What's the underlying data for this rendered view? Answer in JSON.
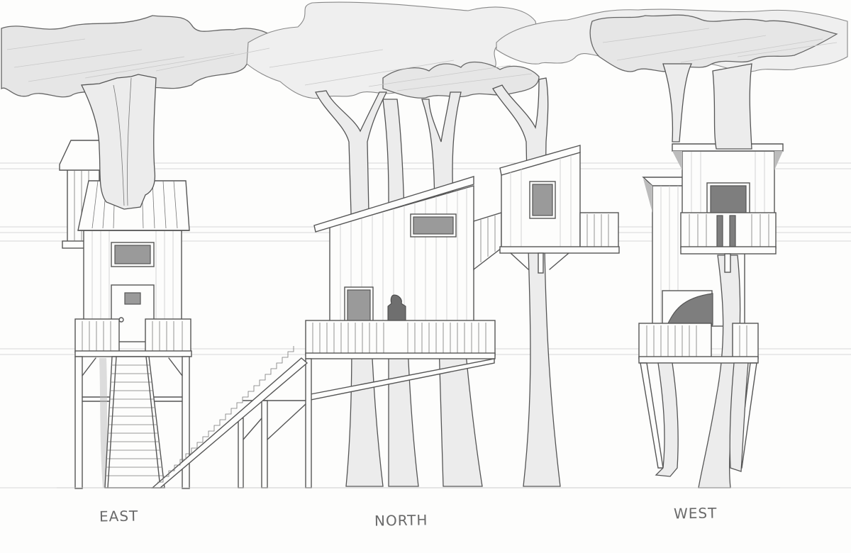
{
  "drawing": {
    "medium": "pencil sketch",
    "subject": "treehouse elevations",
    "paper_color": "#fdfdfc",
    "ink_color": "#555555"
  },
  "elevations": [
    {
      "id": "east",
      "label": "EAST",
      "features": [
        "tower treehouse with gabled metal roof",
        "tree trunk through roof",
        "window",
        "door with glass panel",
        "railed deck",
        "central straight staircase",
        "side cabin"
      ]
    },
    {
      "id": "north",
      "label": "NORTH",
      "features": [
        "shed-roof cabin",
        "horizontal window",
        "door",
        "wraparound railed deck",
        "standing figure at railing",
        "long diagonal staircase",
        "bridge to upper pod",
        "upper pod with window and railing",
        "multiple tree trunks"
      ]
    },
    {
      "id": "west",
      "label": "WEST",
      "features": [
        "two-level cabin",
        "upper balcony with door",
        "lower deck with window",
        "tree trunk through structure",
        "angled stilts"
      ]
    }
  ]
}
